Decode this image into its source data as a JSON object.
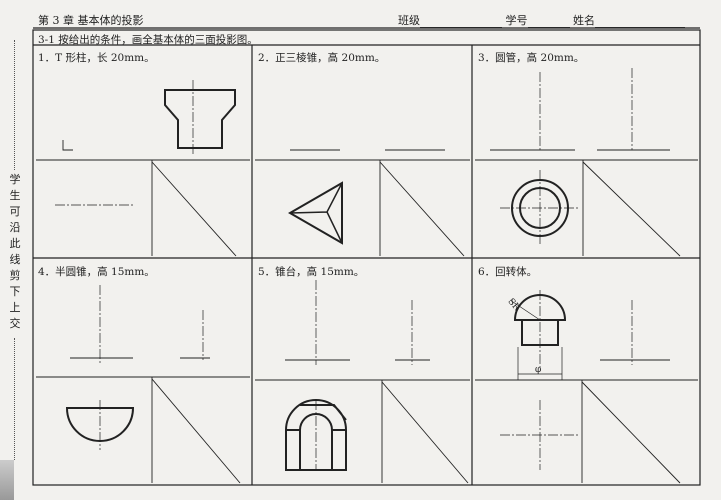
{
  "header": {
    "chapter": "第 3 章   基本体的投影",
    "class_label": "班级",
    "id_label": "学号",
    "name_label": "姓名"
  },
  "exercise": {
    "title": "3-1   按给出的条件，画全基本体的三面投影图。"
  },
  "cells": [
    {
      "label": "1．T 形柱，长 20mm。"
    },
    {
      "label": "2．正三棱锥，高 20mm。"
    },
    {
      "label": "3．圆管，高 20mm。"
    },
    {
      "label": "4．半圆锥，高 15mm。"
    },
    {
      "label": "5．锥台，高 15mm。"
    },
    {
      "label": "6．回转体。"
    }
  ],
  "annotations": {
    "sphere_radius": "SR",
    "diameter": "φ"
  },
  "side_note": [
    "学",
    "生",
    "可",
    "沿",
    "此",
    "线",
    "剪",
    "下",
    "上",
    "交"
  ]
}
